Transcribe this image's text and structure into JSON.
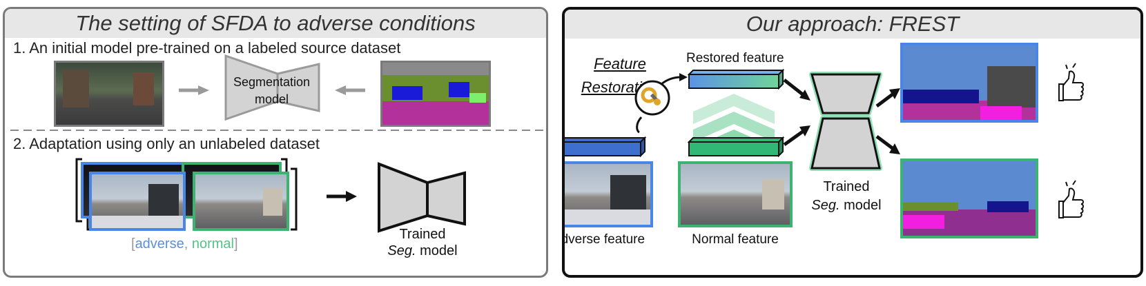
{
  "left_panel": {
    "title": "The setting of SFDA to adverse conditions",
    "step1": "1. An initial model pre-trained on a labeled source dataset",
    "segmentation_model_line1": "Segmentation",
    "segmentation_model_line2": "model",
    "step2": "2. Adaptation using only an unlabeled dataset",
    "dataset_caption": {
      "open_bracket": "[",
      "adverse": "adverse",
      "comma": ", ",
      "normal": "normal",
      "close_bracket": "]"
    },
    "trained_line1": "Trained",
    "trained_seg": "Seg.",
    "trained_model": " model"
  },
  "right_panel": {
    "title": "Our approach: FREST",
    "feature_restoration_line1": "Feature",
    "feature_restoration_line2": "Restoration",
    "restored_feature": "Restored feature",
    "adverse_feature": "Adverse feature",
    "normal_feature": "Normal feature",
    "trained_line1": "Trained",
    "trained_seg": "Seg.",
    "trained_model": " model"
  },
  "colors": {
    "adverse_blue": "#4a86e8",
    "normal_green": "#3cb371",
    "feature_blue": "#3f6fce",
    "feature_green": "#31b877",
    "model_gray": "#d3d3d3",
    "caption_blue": "#5b8fd8",
    "caption_green": "#52c486"
  },
  "icons": [
    "right-arrow-icon",
    "left-arrow-icon",
    "gear-wrench-icon",
    "thumbs-up-icon"
  ]
}
